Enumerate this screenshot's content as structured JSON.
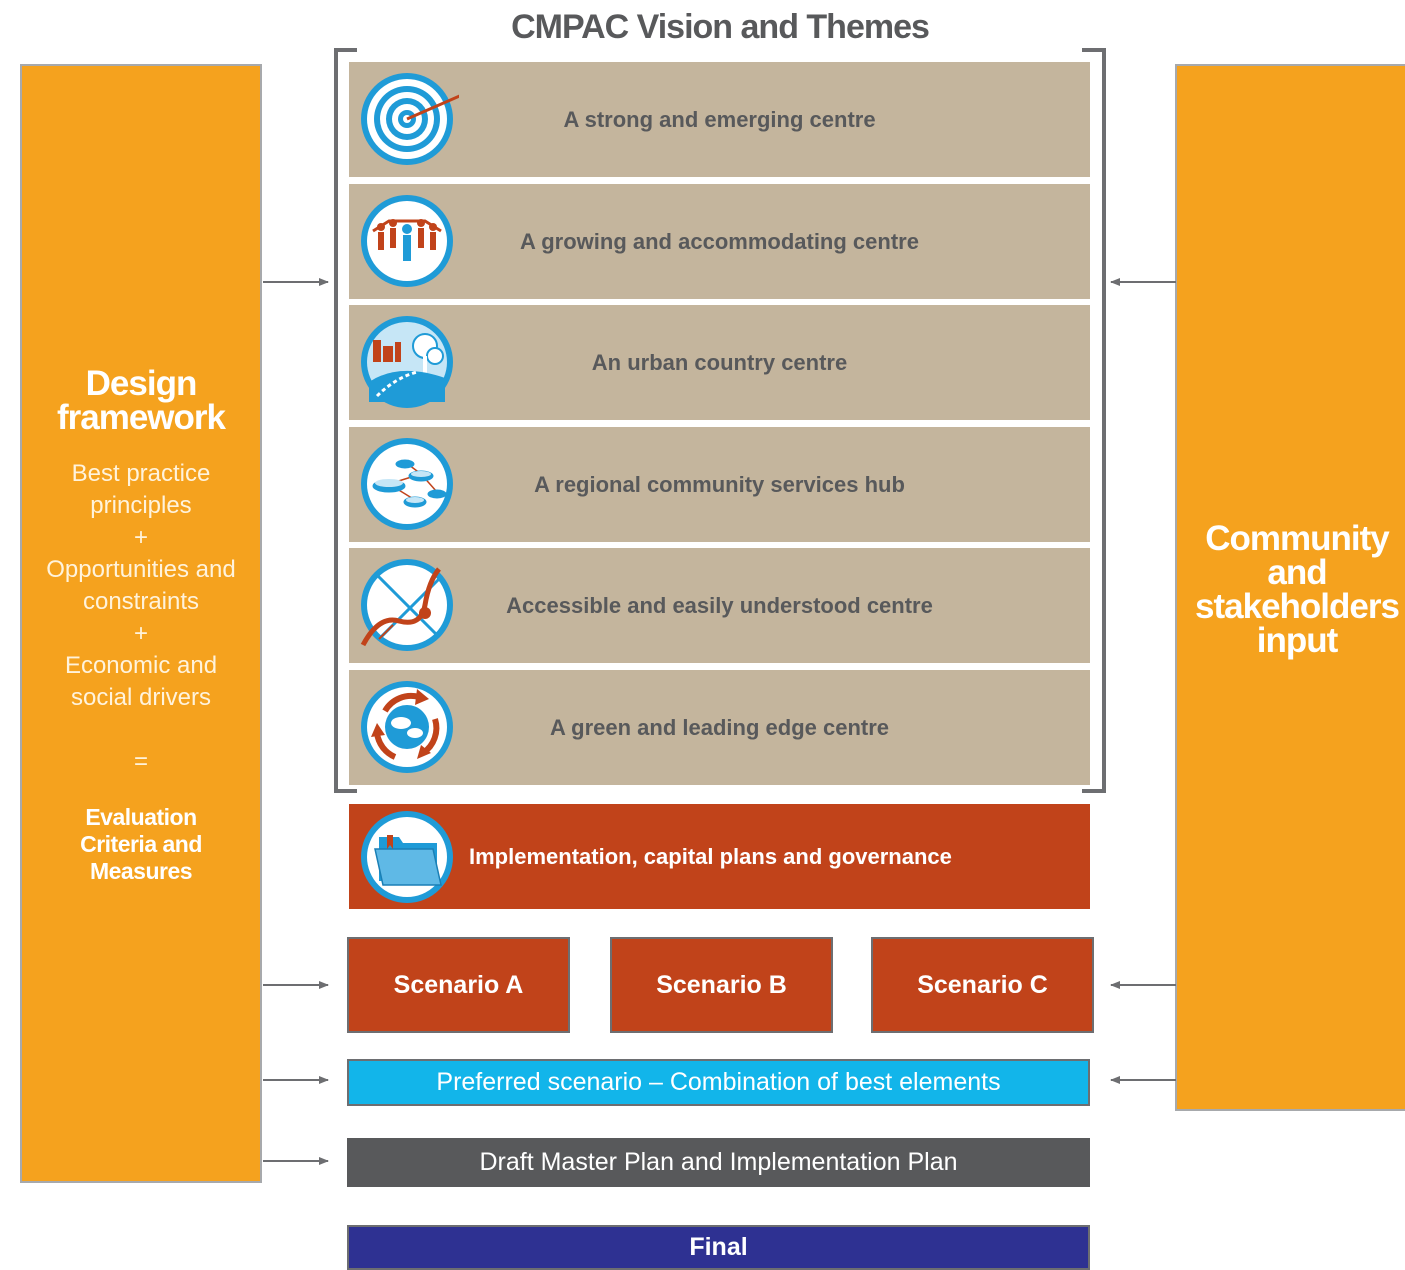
{
  "title": "CMPAC Vision and Themes",
  "left_panel": {
    "title_lines": [
      "Design",
      "framework"
    ],
    "body_lines": [
      "Best practice",
      "principles",
      "+",
      "Opportunities and",
      "constraints",
      "+",
      "Economic and",
      "social drivers",
      "",
      "="
    ],
    "evaluation_lines": [
      "Evaluation",
      "Criteria and",
      "Measures"
    ]
  },
  "right_panel": {
    "title_lines": [
      "Community",
      "and",
      "stakeholders",
      "input"
    ]
  },
  "themes": [
    {
      "label": "A strong and emerging centre",
      "icon": "target-icon"
    },
    {
      "label": "A growing and accommodating centre",
      "icon": "people-icon"
    },
    {
      "label": "An urban country centre",
      "icon": "city-country-icon"
    },
    {
      "label": "A regional community services hub",
      "icon": "network-hub-icon"
    },
    {
      "label": "Accessible and easily understood centre",
      "icon": "route-map-icon"
    },
    {
      "label": "A green and leading edge centre",
      "icon": "recycle-globe-icon"
    }
  ],
  "implementation": {
    "label": "Implementation, capital plans and governance",
    "icon": "folder-icon"
  },
  "scenarios": [
    "Scenario A",
    "Scenario B",
    "Scenario C"
  ],
  "preferred": "Preferred scenario – Combination of best elements",
  "draft": "Draft Master Plan and Implementation Plan",
  "final": "Final",
  "colors": {
    "orange": "#f5a21e",
    "tan": "#c4b59d",
    "rust": "#c1431a",
    "sky_blue": "#12b5ea",
    "grey": "#58595b",
    "navy": "#2e3192",
    "icon_blue": "#1f9bd7"
  }
}
